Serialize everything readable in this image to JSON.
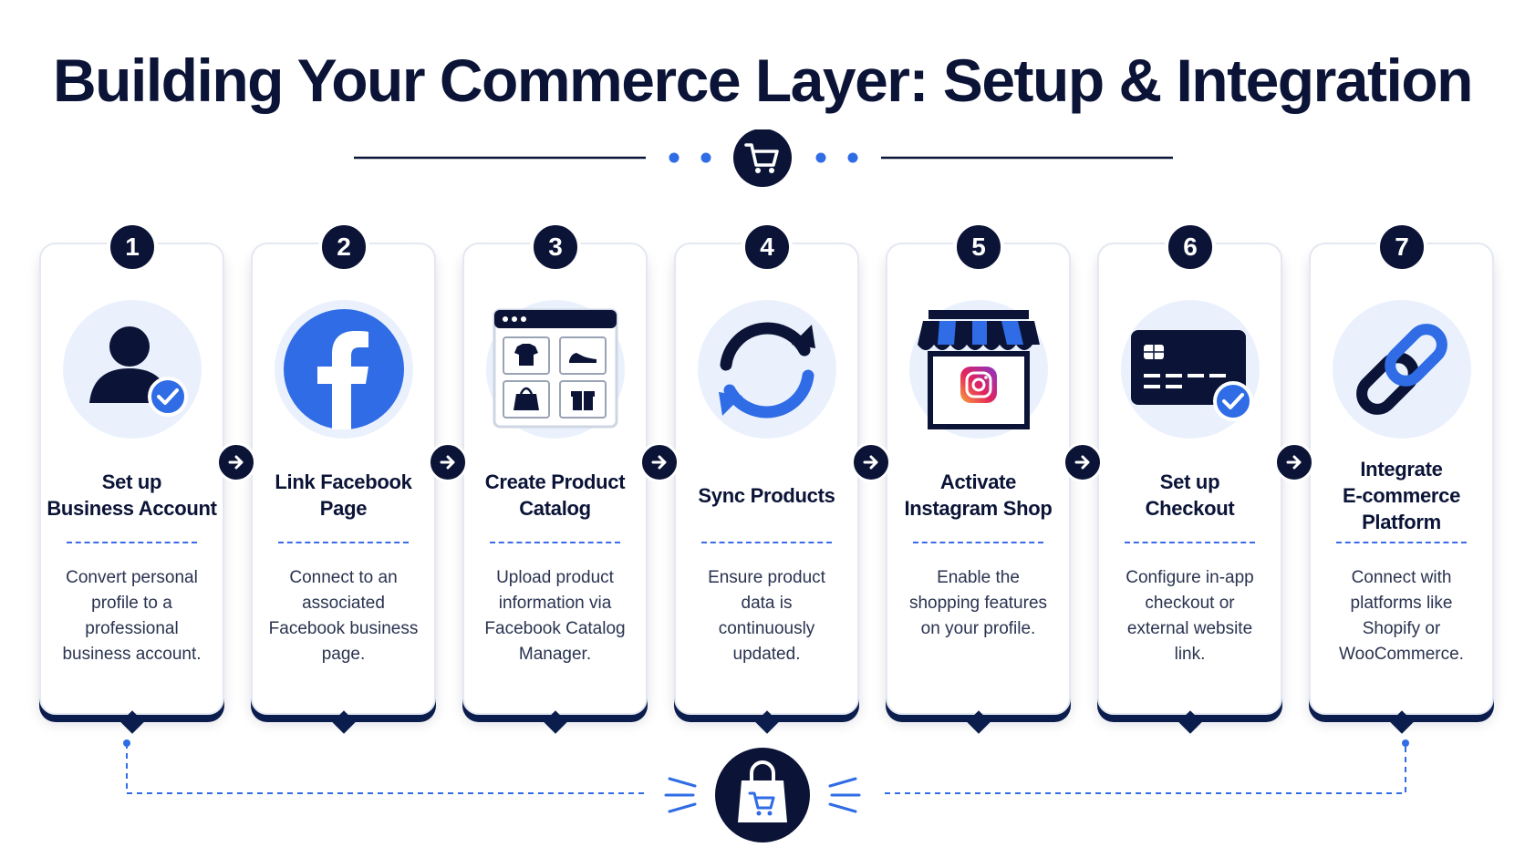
{
  "title": "Building Your Commerce Layer: Setup & Integration",
  "colors": {
    "navy": "#0b1437",
    "blue": "#2f6ce5",
    "light_blue": "#eaf1fd"
  },
  "steps": [
    {
      "number": "1",
      "title": "Set up\nBusiness Account",
      "description": "Convert personal\nprofile to a\nprofessional\nbusiness account.",
      "icon": "user-check-icon"
    },
    {
      "number": "2",
      "title": "Link Facebook\nPage",
      "description": "Connect to an\nassociated\nFacebook business\npage.",
      "icon": "facebook-icon"
    },
    {
      "number": "3",
      "title": "Create Product\nCatalog",
      "description": "Upload product\ninformation via\nFacebook Catalog\nManager.",
      "icon": "catalog-window-icon"
    },
    {
      "number": "4",
      "title": "Sync Products",
      "description": "Ensure product\ndata is\ncontinuously\nupdated.",
      "icon": "sync-icon"
    },
    {
      "number": "5",
      "title": "Activate\nInstagram Shop",
      "description": "Enable the\nshopping features\non your profile.",
      "icon": "instagram-storefront-icon"
    },
    {
      "number": "6",
      "title": "Set up\nCheckout",
      "description": "Configure in-app\ncheckout or\nexternal website\nlink.",
      "icon": "credit-card-check-icon"
    },
    {
      "number": "7",
      "title": "Integrate\nE-commerce\nPlatform",
      "description": "Connect with\nplatforms like\nShopify or\nWooCommerce.",
      "icon": "chain-link-icon"
    }
  ],
  "header_icon": "shopping-cart-icon",
  "footer_icon": "shopping-bag-icon",
  "connector_icon": "arrow-right-icon"
}
